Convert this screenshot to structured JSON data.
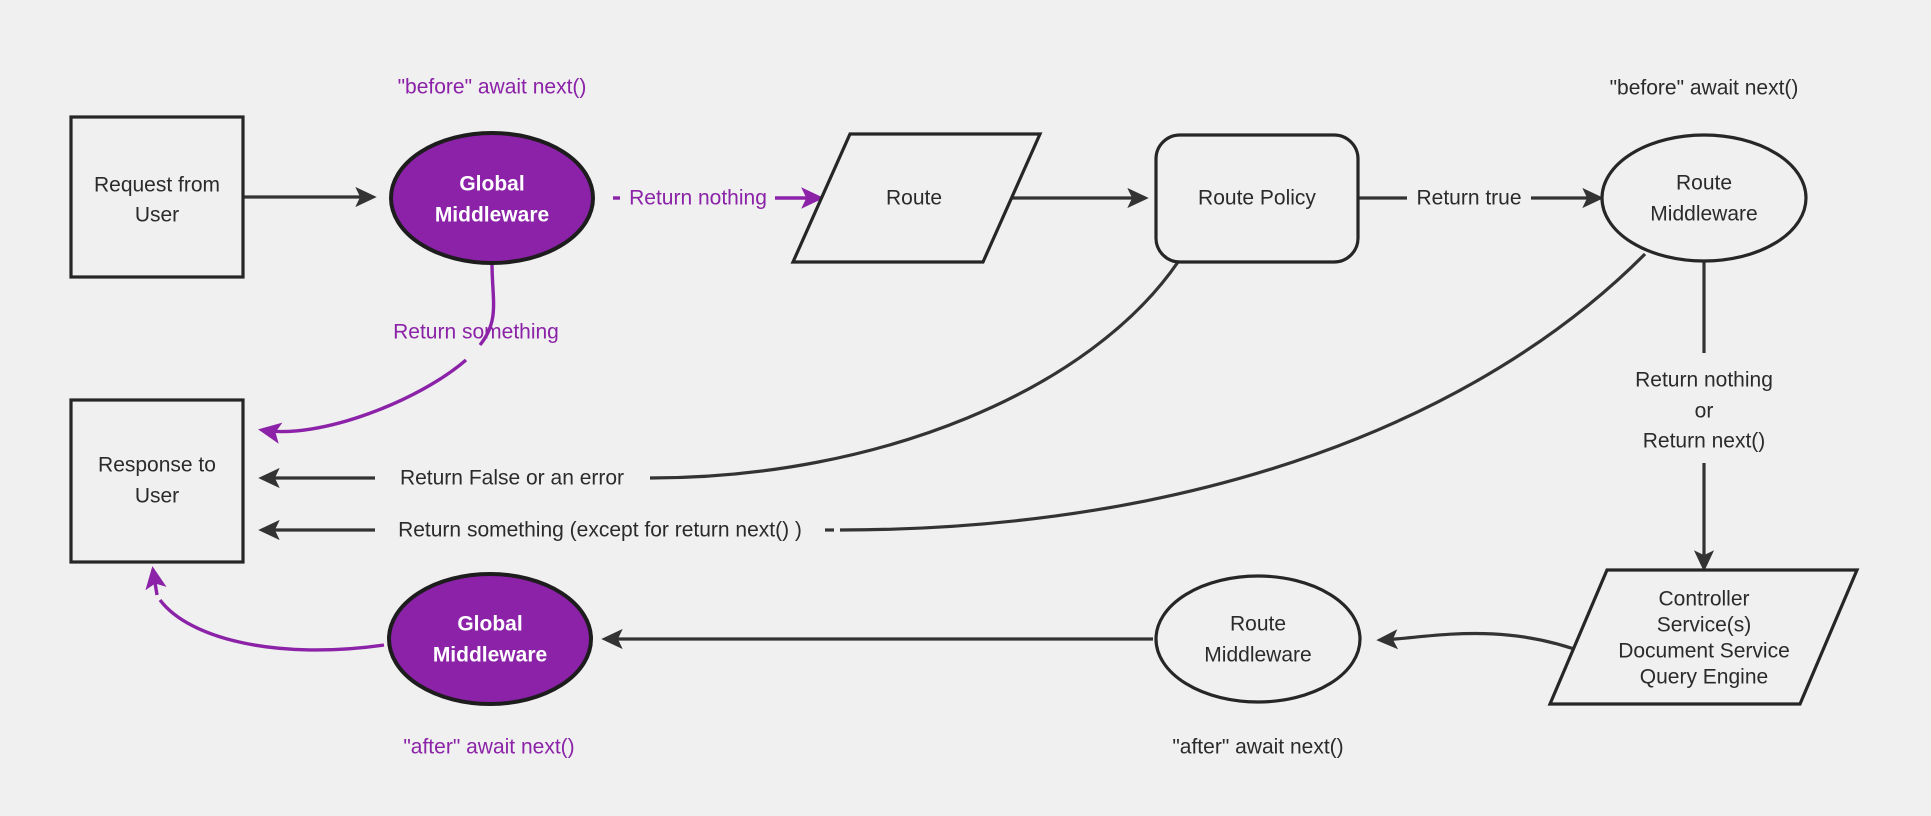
{
  "diagram": {
    "title": "Middleware request lifecycle flow",
    "background_color": "#eff0ef",
    "accent_color": "#8B22A8",
    "line_color": "#333333",
    "nodes": {
      "request_from_user": {
        "line1": "Request from",
        "line2": "User",
        "shape": "rectangle"
      },
      "global_middleware_top": {
        "line1": "Global",
        "line2": "Middleware",
        "shape": "ellipse",
        "fill": "#8B22A8"
      },
      "route": {
        "line1": "Route",
        "shape": "parallelogram"
      },
      "route_policy": {
        "line1": "Route Policy",
        "shape": "rounded-rectangle"
      },
      "route_middleware_top": {
        "line1": "Route",
        "line2": "Middleware",
        "shape": "ellipse"
      },
      "controller_service": {
        "line1": "Controller",
        "line2": "Service(s)",
        "line3": "Document Service",
        "line4": "Query Engine",
        "shape": "parallelogram"
      },
      "route_middleware_bottom": {
        "line1": "Route",
        "line2": "Middleware",
        "shape": "ellipse"
      },
      "global_middleware_bottom": {
        "line1": "Global",
        "line2": "Middleware",
        "shape": "ellipse",
        "fill": "#8B22A8"
      },
      "response_to_user": {
        "line1": "Response to",
        "line2": "User",
        "shape": "rectangle"
      }
    },
    "annotations": {
      "before_await_next_global": "\"before\" await next()",
      "before_await_next_route": "\"before\" await next()",
      "after_await_next_global": "\"after\" await next()",
      "after_await_next_route": "\"after\" await next()"
    },
    "edge_labels": {
      "return_nothing": "Return nothing",
      "return_something": "Return something",
      "return_true": "Return true",
      "return_nothing_or_next_line1": "Return nothing",
      "return_nothing_or_next_line2": "or",
      "return_nothing_or_next_line3": "Return next()",
      "return_false_or_error": "Return False or an error",
      "return_something_except_next": "Return something (except for return next() )"
    }
  }
}
